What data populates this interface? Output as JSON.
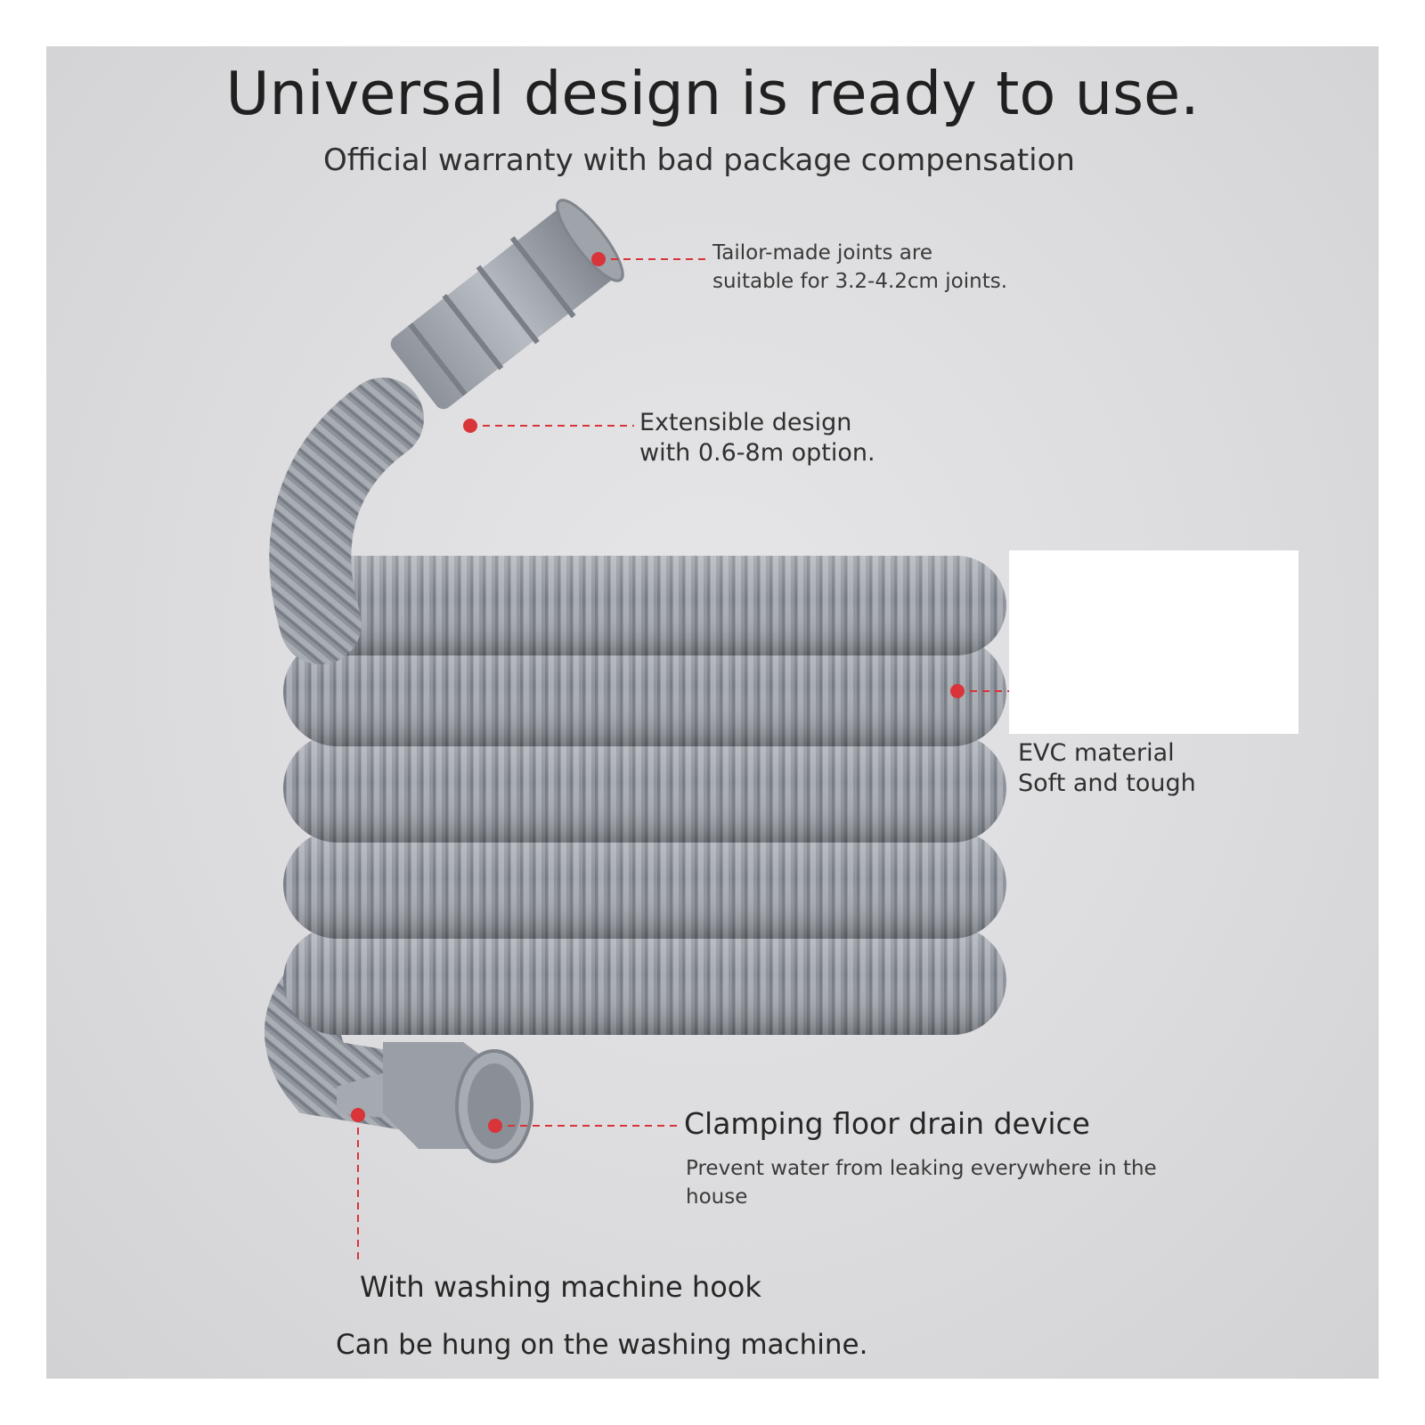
{
  "headline": "Universal design is ready to use.",
  "subheadline": "Official warranty with bad package compensation",
  "callouts": {
    "joints": {
      "line1": "Tailor-made joints are",
      "line2": "suitable for 3.2-4.2cm joints."
    },
    "extensible": {
      "line1": "Extensible design",
      "line2": "with 0.6-8m option."
    },
    "material": {
      "line1": "EVC material",
      "line2": "Soft and tough"
    },
    "drain": {
      "title": "Clamping floor drain device",
      "note": "Prevent water from leaking everywhere in the house"
    },
    "hook": {
      "title": "With washing machine hook",
      "note": "Can be hung on the washing machine."
    }
  },
  "colors": {
    "hose": "#8e939c",
    "hose_dark": "#6f747d",
    "hose_light": "#b4b8bf",
    "marker": "#d8343a",
    "leader": "#d8343a"
  }
}
